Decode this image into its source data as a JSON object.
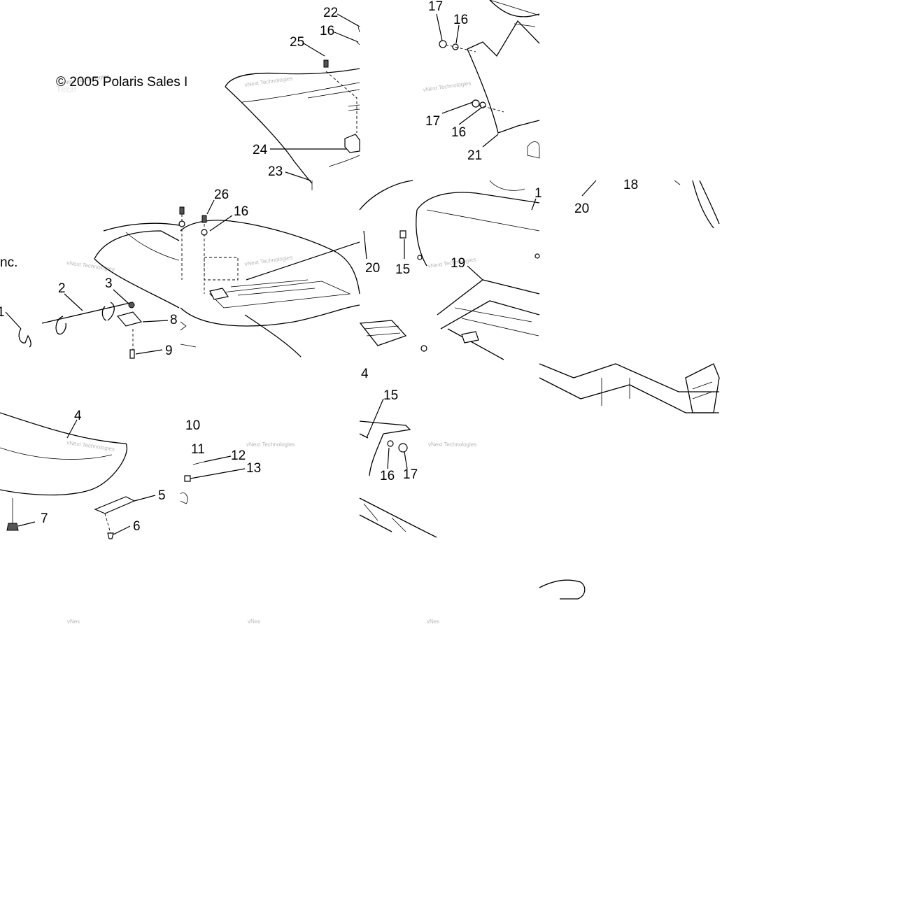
{
  "diagram": {
    "copyright_left": "© 2005 Polaris Sales I",
    "copyright_right": "nc.",
    "watermark": "vNext Technologies",
    "watermark_fragment": "vNex",
    "labels": [
      "1",
      "2",
      "3",
      "4",
      "5",
      "6",
      "7",
      "8",
      "9",
      "10",
      "11",
      "12",
      "13",
      "15",
      "15",
      "16",
      "16",
      "16",
      "16",
      "16",
      "17",
      "17",
      "17",
      "18",
      "19",
      "20",
      "20",
      "21",
      "22",
      "23",
      "24",
      "25",
      "26",
      "4"
    ]
  }
}
